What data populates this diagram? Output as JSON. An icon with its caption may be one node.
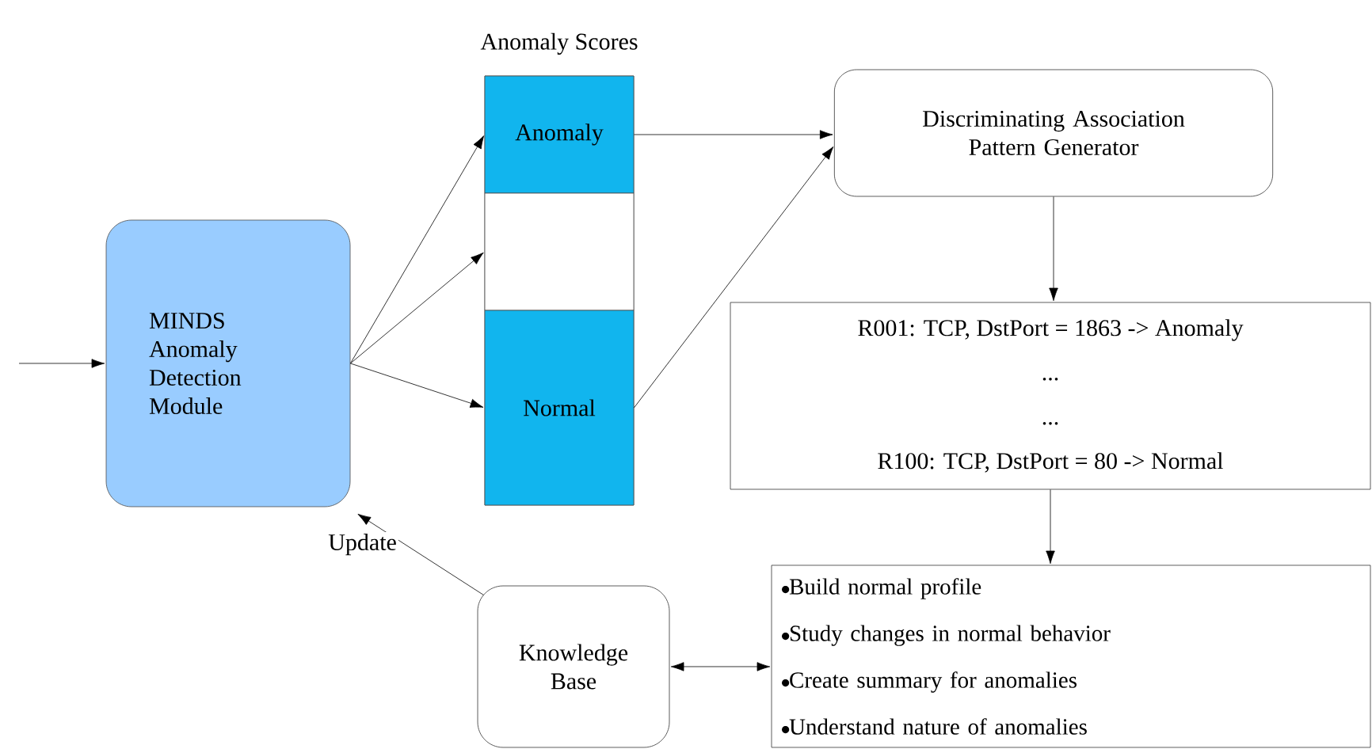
{
  "diagram": {
    "nodes": [
      {
        "text": [
          "MINDS Anomaly Detection Module"
        ]
      },
      {
        "text": [
          "Anomaly Scores"
        ]
      },
      {
        "text": [
          "Anomaly"
        ],
        "in": 1
      },
      {
        "text": [],
        "shape": "box",
        "in": 1
      },
      {
        "text": [
          "Normal"
        ],
        "in": 1
      },
      {
        "text": [
          "Discriminating Association Pattern Generator"
        ]
      },
      {
        "text": [
          "R001: TCP, DstPort = 1863 -> Anomaly",
          "...",
          "...",
          "R100: TCP, DstPort = 80 -> Normal"
        ]
      },
      {
        "text": [
          "Knowledge Base"
        ]
      },
      {
        "text": [
          "Build normal profile",
          "Study changes in normal behavior",
          "Create summary for anomalies",
          "Understand nature of anomalies"
        ]
      }
    ],
    "edges": [
      {
        "from": null,
        "to": 0,
        "arrow": "to"
      },
      {
        "from": 0,
        "to": 2,
        "arrow": "to"
      },
      {
        "from": 0,
        "to": 3,
        "arrow": "to"
      },
      {
        "from": 0,
        "to": 4,
        "arrow": "to"
      },
      {
        "from": 2,
        "to": 5,
        "arrow": "to"
      },
      {
        "from": 4,
        "to": 5,
        "arrow": "to"
      },
      {
        "from": 5,
        "to": 6,
        "arrow": "to"
      },
      {
        "from": 6,
        "to": 8,
        "arrow": "to"
      },
      {
        "from": 7,
        "to": 8,
        "arrow": "both"
      },
      {
        "from": 7,
        "to": 0,
        "arrow": "to",
        "label": "Update"
      }
    ]
  }
}
